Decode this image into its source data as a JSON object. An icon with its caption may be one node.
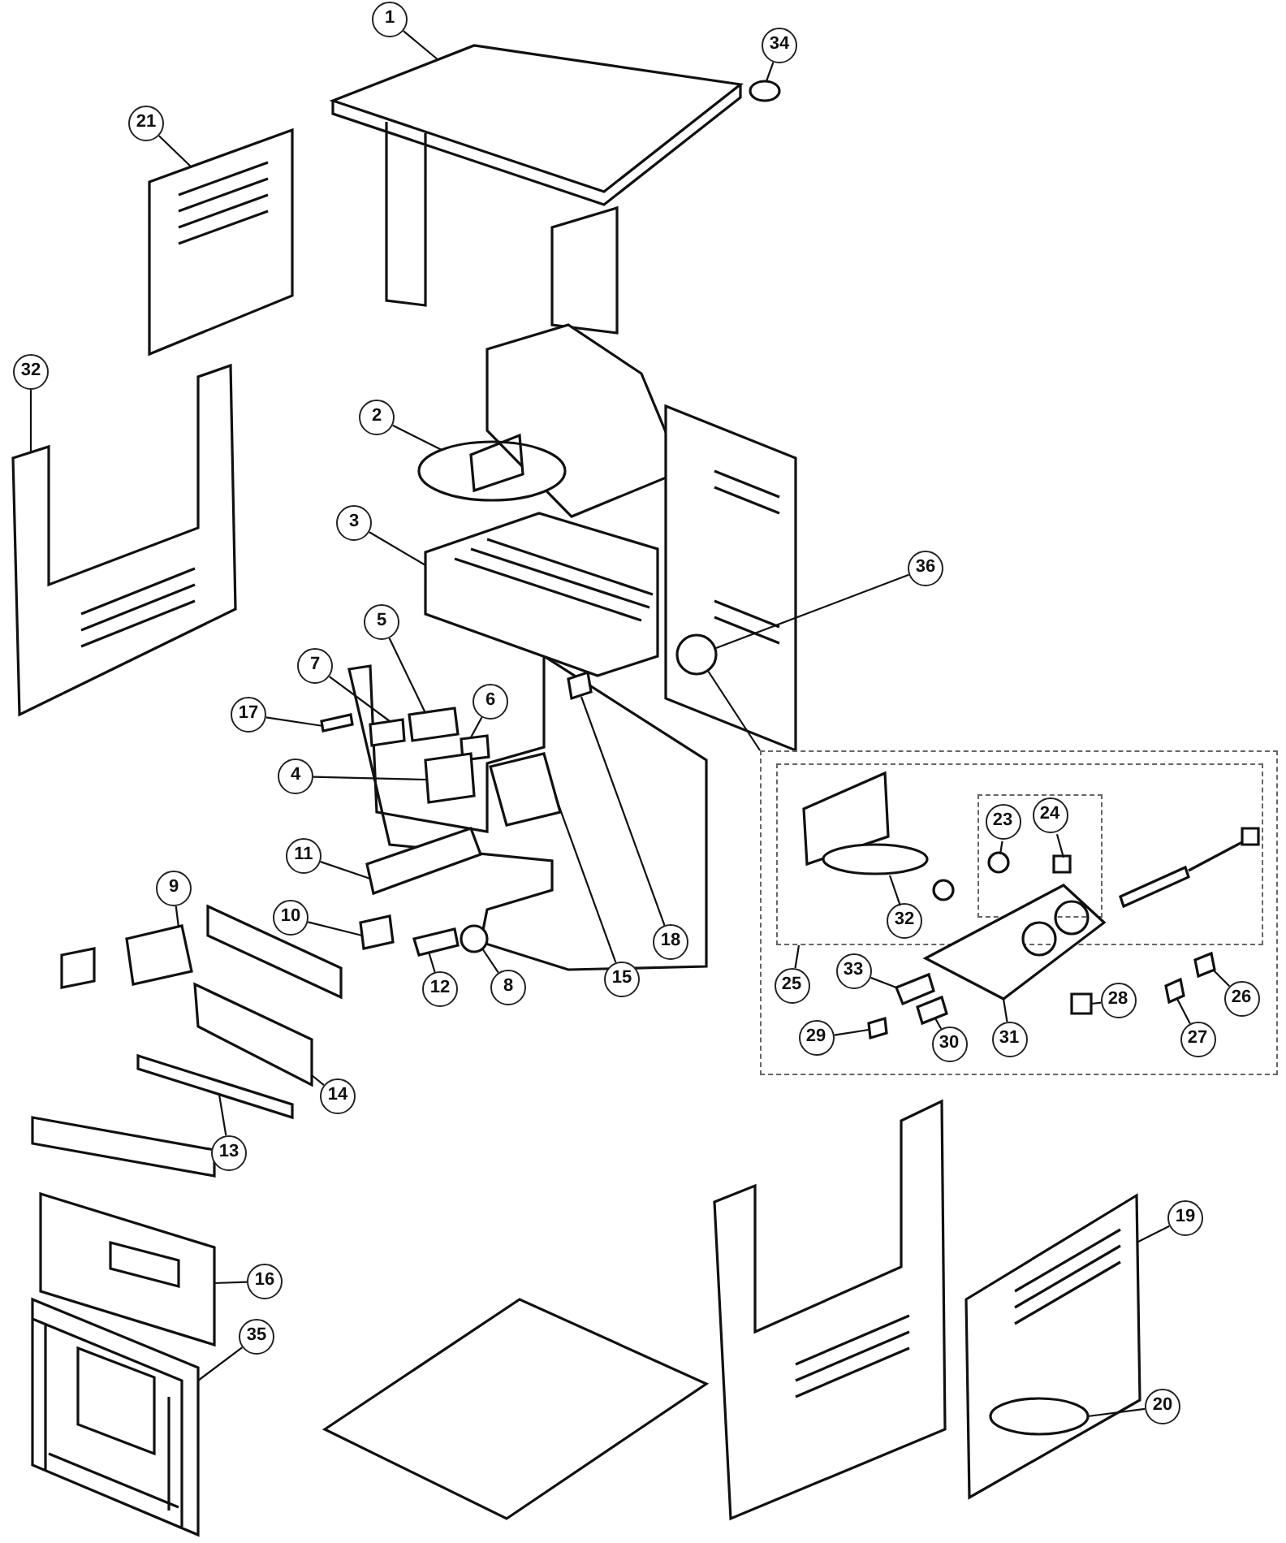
{
  "diagram": {
    "nodes": [
      {
        "text": [
          "1"
        ]
      },
      {
        "text": [
          "34"
        ]
      },
      {
        "text": [
          "21"
        ]
      },
      {
        "text": [
          "32"
        ]
      },
      {
        "text": [
          "2"
        ]
      },
      {
        "text": [
          "3"
        ]
      },
      {
        "text": [
          "36"
        ]
      },
      {
        "text": [
          "5"
        ]
      },
      {
        "text": [
          "6"
        ]
      },
      {
        "text": [
          "7"
        ]
      },
      {
        "text": [
          "17"
        ]
      },
      {
        "text": [
          "4"
        ]
      },
      {
        "text": [],
        "shape": "box"
      },
      {
        "text": [],
        "shape": "box",
        "in": 12
      },
      {
        "text": [],
        "shape": "box",
        "in": 13
      },
      {
        "text": [
          "24"
        ],
        "in": 14
      },
      {
        "text": [
          "23"
        ],
        "in": 14
      },
      {
        "text": [
          "11"
        ]
      },
      {
        "text": [
          "32"
        ],
        "in": 13
      },
      {
        "text": [
          "10"
        ]
      },
      {
        "text": [
          "9"
        ]
      },
      {
        "text": [
          "18"
        ]
      },
      {
        "text": [
          "33"
        ],
        "in": 12
      },
      {
        "text": [
          "26"
        ],
        "in": 12
      },
      {
        "text": [
          "15"
        ]
      },
      {
        "text": [
          "25"
        ],
        "in": 12
      },
      {
        "text": [
          "8"
        ]
      },
      {
        "text": [
          "12"
        ]
      },
      {
        "text": [
          "28"
        ],
        "in": 12
      },
      {
        "text": [
          "27"
        ],
        "in": 12
      },
      {
        "text": [
          "31"
        ],
        "in": 12
      },
      {
        "text": [
          "29"
        ],
        "in": 12
      },
      {
        "text": [
          "30"
        ],
        "in": 12
      },
      {
        "text": [
          "14"
        ]
      },
      {
        "text": [
          "13"
        ]
      },
      {
        "text": [
          "19"
        ]
      },
      {
        "text": [
          "16"
        ]
      },
      {
        "text": [
          "35"
        ]
      },
      {
        "text": [
          "20"
        ]
      },
      {
        "text": [],
        "shape": "picture"
      },
      {
        "text": [],
        "shape": "circle"
      },
      {
        "text": [],
        "shape": "picture"
      },
      {
        "text": [],
        "shape": "picture"
      },
      {
        "text": [],
        "shape": "picture"
      },
      {
        "text": [],
        "shape": "picture"
      },
      {
        "text": [],
        "shape": "circle"
      },
      {
        "text": [],
        "shape": "box"
      },
      {
        "text": [],
        "shape": "box"
      },
      {
        "text": [],
        "shape": "box"
      },
      {
        "text": [],
        "shape": "box"
      },
      {
        "text": [],
        "shape": "box"
      },
      {
        "text": [],
        "shape": "circle",
        "in": 14
      },
      {
        "text": [],
        "shape": "box",
        "in": 14
      },
      {
        "text": [],
        "shape": "box"
      },
      {
        "text": [],
        "shape": "circle",
        "in": 13
      },
      {
        "text": [],
        "shape": "box"
      },
      {
        "text": [],
        "shape": "box"
      },
      {
        "text": [],
        "shape": "box"
      },
      {
        "text": [],
        "shape": "box",
        "in": 12
      },
      {
        "text": [],
        "shape": "box",
        "in": 12
      },
      {
        "text": [],
        "shape": "box"
      },
      {
        "text": [],
        "shape": "circle"
      },
      {
        "text": [],
        "shape": "box"
      },
      {
        "text": [],
        "shape": "box",
        "in": 12
      },
      {
        "text": [],
        "shape": "box",
        "in": 12
      },
      {
        "text": [],
        "shape": "picture",
        "in": 12
      },
      {
        "text": [],
        "shape": "box",
        "in": 12
      },
      {
        "text": [],
        "shape": "box"
      },
      {
        "text": [],
        "shape": "box"
      },
      {
        "text": [],
        "shape": "picture"
      },
      {
        "text": [],
        "shape": "picture"
      },
      {
        "text": [],
        "shape": "picture"
      },
      {
        "text": [],
        "shape": "circle",
        "in": 69
      },
      {
        "text": [],
        "shape": "box",
        "in": 12
      }
    ],
    "edges": [
      {
        "from": 0,
        "to": 39,
        "arrow": "none"
      },
      {
        "from": 1,
        "to": 40,
        "arrow": "none"
      },
      {
        "from": 2,
        "to": 41,
        "arrow": "none"
      },
      {
        "from": 3,
        "to": 42,
        "arrow": "none"
      },
      {
        "from": 4,
        "to": 43,
        "arrow": "none"
      },
      {
        "from": 5,
        "to": 44,
        "arrow": "none"
      },
      {
        "from": 6,
        "to": 45,
        "arrow": "none"
      },
      {
        "from": 7,
        "to": 46,
        "arrow": "none"
      },
      {
        "from": 8,
        "to": 47,
        "arrow": "none"
      },
      {
        "from": 9,
        "to": 48,
        "arrow": "none"
      },
      {
        "from": 10,
        "to": 49,
        "arrow": "none"
      },
      {
        "from": 11,
        "to": 50,
        "arrow": "none"
      },
      {
        "from": 45,
        "to": 12,
        "arrow": "none"
      },
      {
        "from": 15,
        "to": 52,
        "arrow": "none"
      },
      {
        "from": 16,
        "to": 51,
        "arrow": "none"
      },
      {
        "from": 17,
        "to": 53,
        "arrow": "none"
      },
      {
        "from": 18,
        "to": 54,
        "arrow": "none"
      },
      {
        "from": 19,
        "to": 55,
        "arrow": "none"
      },
      {
        "from": 20,
        "to": 56,
        "arrow": "none"
      },
      {
        "from": 21,
        "to": 57,
        "arrow": "none"
      },
      {
        "from": 22,
        "to": 58,
        "arrow": "none"
      },
      {
        "from": 23,
        "to": 59,
        "arrow": "none"
      },
      {
        "from": 24,
        "to": 60,
        "arrow": "none"
      },
      {
        "from": 25,
        "to": 13,
        "arrow": "none"
      },
      {
        "from": 26,
        "to": 61,
        "arrow": "none"
      },
      {
        "from": 27,
        "to": 62,
        "arrow": "none"
      },
      {
        "from": 28,
        "to": 63,
        "arrow": "none"
      },
      {
        "from": 29,
        "to": 64,
        "arrow": "none"
      },
      {
        "from": 30,
        "to": 65,
        "arrow": "none"
      },
      {
        "from": 31,
        "to": 66,
        "arrow": "none"
      },
      {
        "from": 33,
        "to": 67,
        "arrow": "none"
      },
      {
        "from": 34,
        "to": 68,
        "arrow": "none"
      },
      {
        "from": 35,
        "to": 69,
        "arrow": "none"
      },
      {
        "from": 36,
        "to": 70,
        "arrow": "none"
      },
      {
        "from": 37,
        "to": 71,
        "arrow": "none"
      },
      {
        "from": 38,
        "to": 72,
        "arrow": "none"
      },
      {
        "from": 32,
        "to": 73,
        "arrow": "none"
      }
    ]
  }
}
